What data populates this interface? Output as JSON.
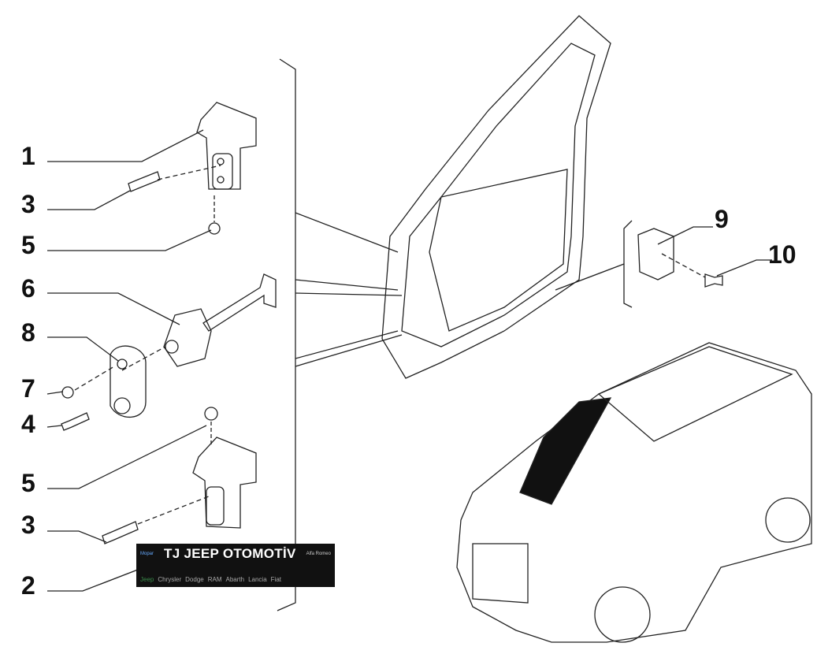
{
  "callouts": [
    "1",
    "3",
    "5",
    "6",
    "8",
    "7",
    "4",
    "5",
    "3",
    "2",
    "9",
    "10"
  ],
  "banner": {
    "title": "TJ JEEP OTOMOTİV",
    "brands": [
      "Jeep",
      "Chrysler",
      "Dodge",
      "RAM",
      "Abarth",
      "Lancia",
      "Fiat",
      "Alfa Romeo",
      "Mopar"
    ]
  }
}
